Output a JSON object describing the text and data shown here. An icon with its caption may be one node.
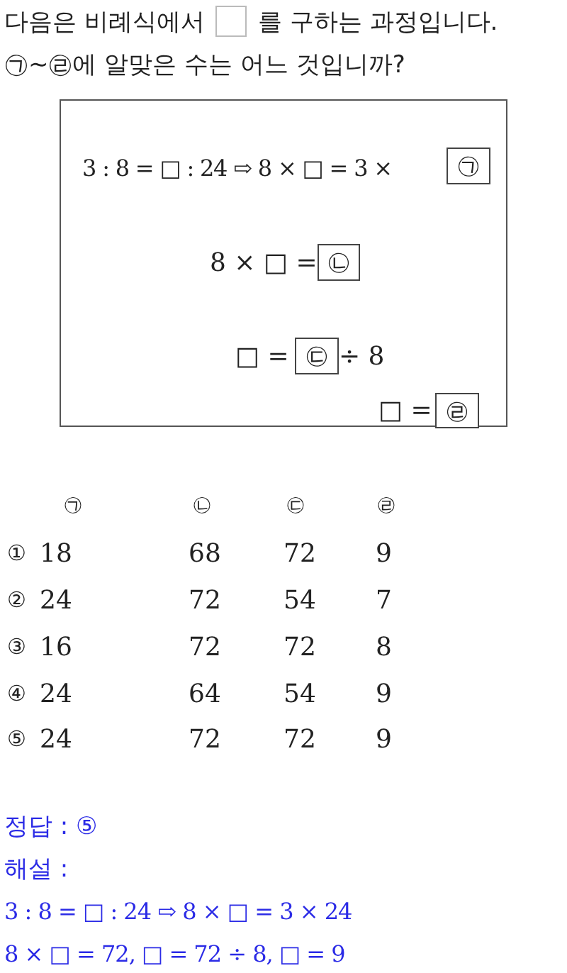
{
  "diagram": {
    "nodes": [
      {
        "text": [
          "3 : 8 = □ : 24 ⇨ 8 × □ = 3 ×",
          "8 × □ =",
          "□ =",
          "÷ 8",
          "□ ="
        ]
      },
      {
        "text": [
          "㉠"
        ],
        "in": 0
      },
      {
        "text": [
          "㉡"
        ],
        "in": 0
      },
      {
        "text": [
          "㉢"
        ],
        "in": 0
      },
      {
        "text": [
          "㉣"
        ],
        "in": 0
      }
    ],
    "labels": [
      "다음은 비례식에서",
      "를 구하는 과정입니다.",
      "㉠~㉣에 알맞은 수는 어느 것입니까?",
      "㉠",
      "㉡",
      "㉢",
      "㉣",
      "①",
      "18",
      "68",
      "72",
      "9",
      "②",
      "24",
      "72",
      "54",
      "7",
      "③",
      "16",
      "72",
      "72",
      "8",
      "④",
      "24",
      "64",
      "54",
      "9",
      "⑤",
      "24",
      "72",
      "72",
      "9",
      "정답 : ⑤",
      "해설 :",
      "3 : 8 = □ : 24 ⇨ 8 × □ = 3 × 24",
      "8 × □ = 72, □ = 72 ÷ 8, □ = 9"
    ]
  }
}
